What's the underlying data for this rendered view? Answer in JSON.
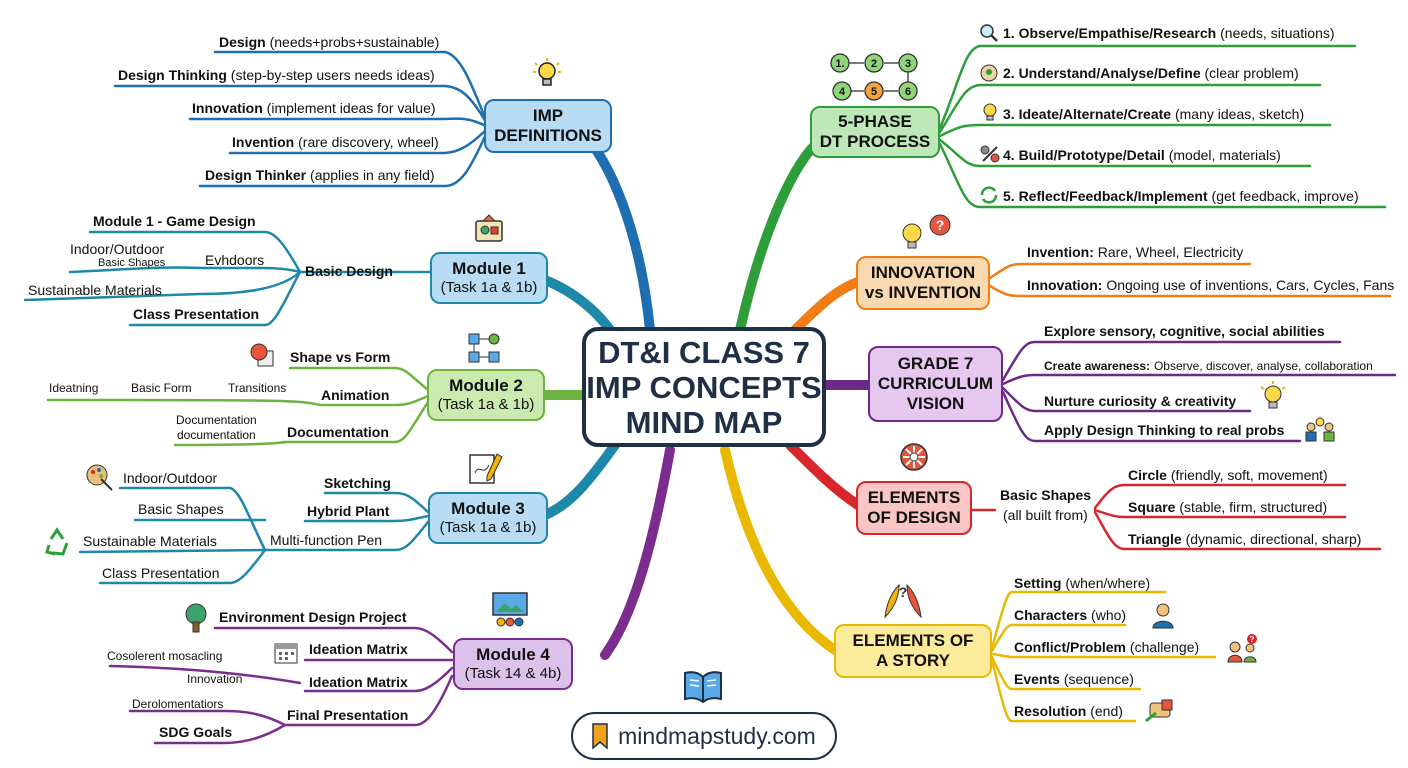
{
  "center": {
    "line1": "DT&I CLASS 7",
    "line2": "IMP CONCEPTS",
    "line3": "MIND MAP"
  },
  "colors": {
    "blue": "#1d6fb2",
    "teal": "#1e88a8",
    "green": "#6cb33f",
    "purple": "#7b2d8e",
    "dkgreen": "#2e9e3a",
    "orange": "#f07d16",
    "violet": "#6a2a86",
    "red": "#d8262c",
    "yellow": "#e9b800"
  },
  "imp_definitions": {
    "title_1": "IMP",
    "title_2": "DEFINITIONS",
    "items": [
      {
        "term": "Design",
        "desc": "(needs+probs+sustainable)"
      },
      {
        "term": "Design Thinking",
        "desc": "(step-by-step users needs ideas)"
      },
      {
        "term": "Innovation",
        "desc": "(implement ideas for value)"
      },
      {
        "term": "Invention",
        "desc": "(rare discovery, wheel)"
      },
      {
        "term": "Design Thinker",
        "desc": "(applies in any field)"
      }
    ]
  },
  "module1": {
    "title": "Module 1",
    "sub": "(Task 1a & 1b)",
    "heading": "Module 1 - Game Design",
    "basic_design": "Basic Design",
    "indoor": "Indoor/Outdoor",
    "basic_shapes": "Basic Shapes",
    "evhdoors": "Evhdoors",
    "sustainable": "Sustainable Materials",
    "class_presentation": "Class Presentation"
  },
  "module2": {
    "title": "Module 2",
    "sub": "(Task 1a & 1b)",
    "shape_vs_form": "Shape vs Form",
    "animation": "Animation",
    "documentation": "Documentation",
    "ideatning": "Ideatning",
    "basic_form": "Basic Form",
    "transitions": "Transitions",
    "documentation_1": "Documentation",
    "documentation_2": "documentation"
  },
  "module3": {
    "title": "Module 3",
    "sub": "(Task 1a & 1b)",
    "sketching": "Sketching",
    "hybrid_plant": "Hybrid Plant",
    "multi_pen": "Multi-function Pen",
    "indoor": "Indoor/Outdoor",
    "basic_shapes": "Basic Shapes",
    "sustainable": "Sustainable Materials",
    "class_presentation": "Class Presentation"
  },
  "module4": {
    "title": "Module 4",
    "sub": "(Task 14 & 4b)",
    "env_project": "Environment Design Project",
    "ideation_matrix_1": "Ideation Matrix",
    "ideation_matrix_2": "Ideation Matrix",
    "final_presentation": "Final Presentation",
    "cosolerent": "Cosolerent mosacling",
    "innovation": "Innovation",
    "derolomentatiors": "Derolomentatiors",
    "sdg": "SDG Goals"
  },
  "dt_process": {
    "title_1": "5-PHASE",
    "title_2": "DT PROCESS",
    "badges": [
      "1.",
      "2",
      "3",
      "4",
      "5",
      "6"
    ],
    "items": [
      {
        "term": "1. Observe/Empathise/Research",
        "desc": "(needs, situations)"
      },
      {
        "term": "2. Understand/Analyse/Define",
        "desc": "(clear problem)"
      },
      {
        "term": "3. Ideate/Alternate/Create",
        "desc": "(many ideas, sketch)"
      },
      {
        "term": "4. Build/Prototype/Detail",
        "desc": "(model, materials)"
      },
      {
        "term": "5. Reflect/Feedback/Implement",
        "desc": "(get feedback, improve)"
      }
    ]
  },
  "innovation_vs_invention": {
    "title_1": "INNOVATION",
    "title_2": "vs INVENTION",
    "invention_term": "Invention:",
    "invention_desc": "Rare, Wheel, Electricity",
    "innovation_term": "Innovation:",
    "innovation_desc": "Ongoing use of inventions, Cars, Cycles, Fans"
  },
  "curriculum": {
    "title_1": "GRADE 7",
    "title_2": "CURRICULUM",
    "title_3": "VISION",
    "explore": "Explore sensory, cognitive, social abilities",
    "create_term": "Create awareness:",
    "create_desc": "Observe, discover, analyse, collaboration",
    "nurture": "Nurture curiosity & creativity",
    "apply": "Apply Design Thinking to real probs"
  },
  "elements_design": {
    "title_1": "ELEMENTS",
    "title_2": "OF DESIGN",
    "basic_shapes": "Basic Shapes",
    "built_from": "(all built from)",
    "items": [
      {
        "term": "Circle",
        "desc": "(friendly, soft, movement)"
      },
      {
        "term": "Square",
        "desc": "(stable, firm, structured)"
      },
      {
        "term": "Triangle",
        "desc": "(dynamic, directional, sharp)"
      }
    ]
  },
  "elements_story": {
    "title_1": "ELEMENTS OF",
    "title_2": "A STORY",
    "items": [
      {
        "term": "Setting",
        "desc": "(when/where)"
      },
      {
        "term": "Characters",
        "desc": "(who)"
      },
      {
        "term": "Conflict/Problem",
        "desc": "(challenge)"
      },
      {
        "term": "Events",
        "desc": "(sequence)"
      },
      {
        "term": "Resolution",
        "desc": "(end)"
      }
    ]
  },
  "brand": {
    "text": "mindmapstudy.com"
  }
}
